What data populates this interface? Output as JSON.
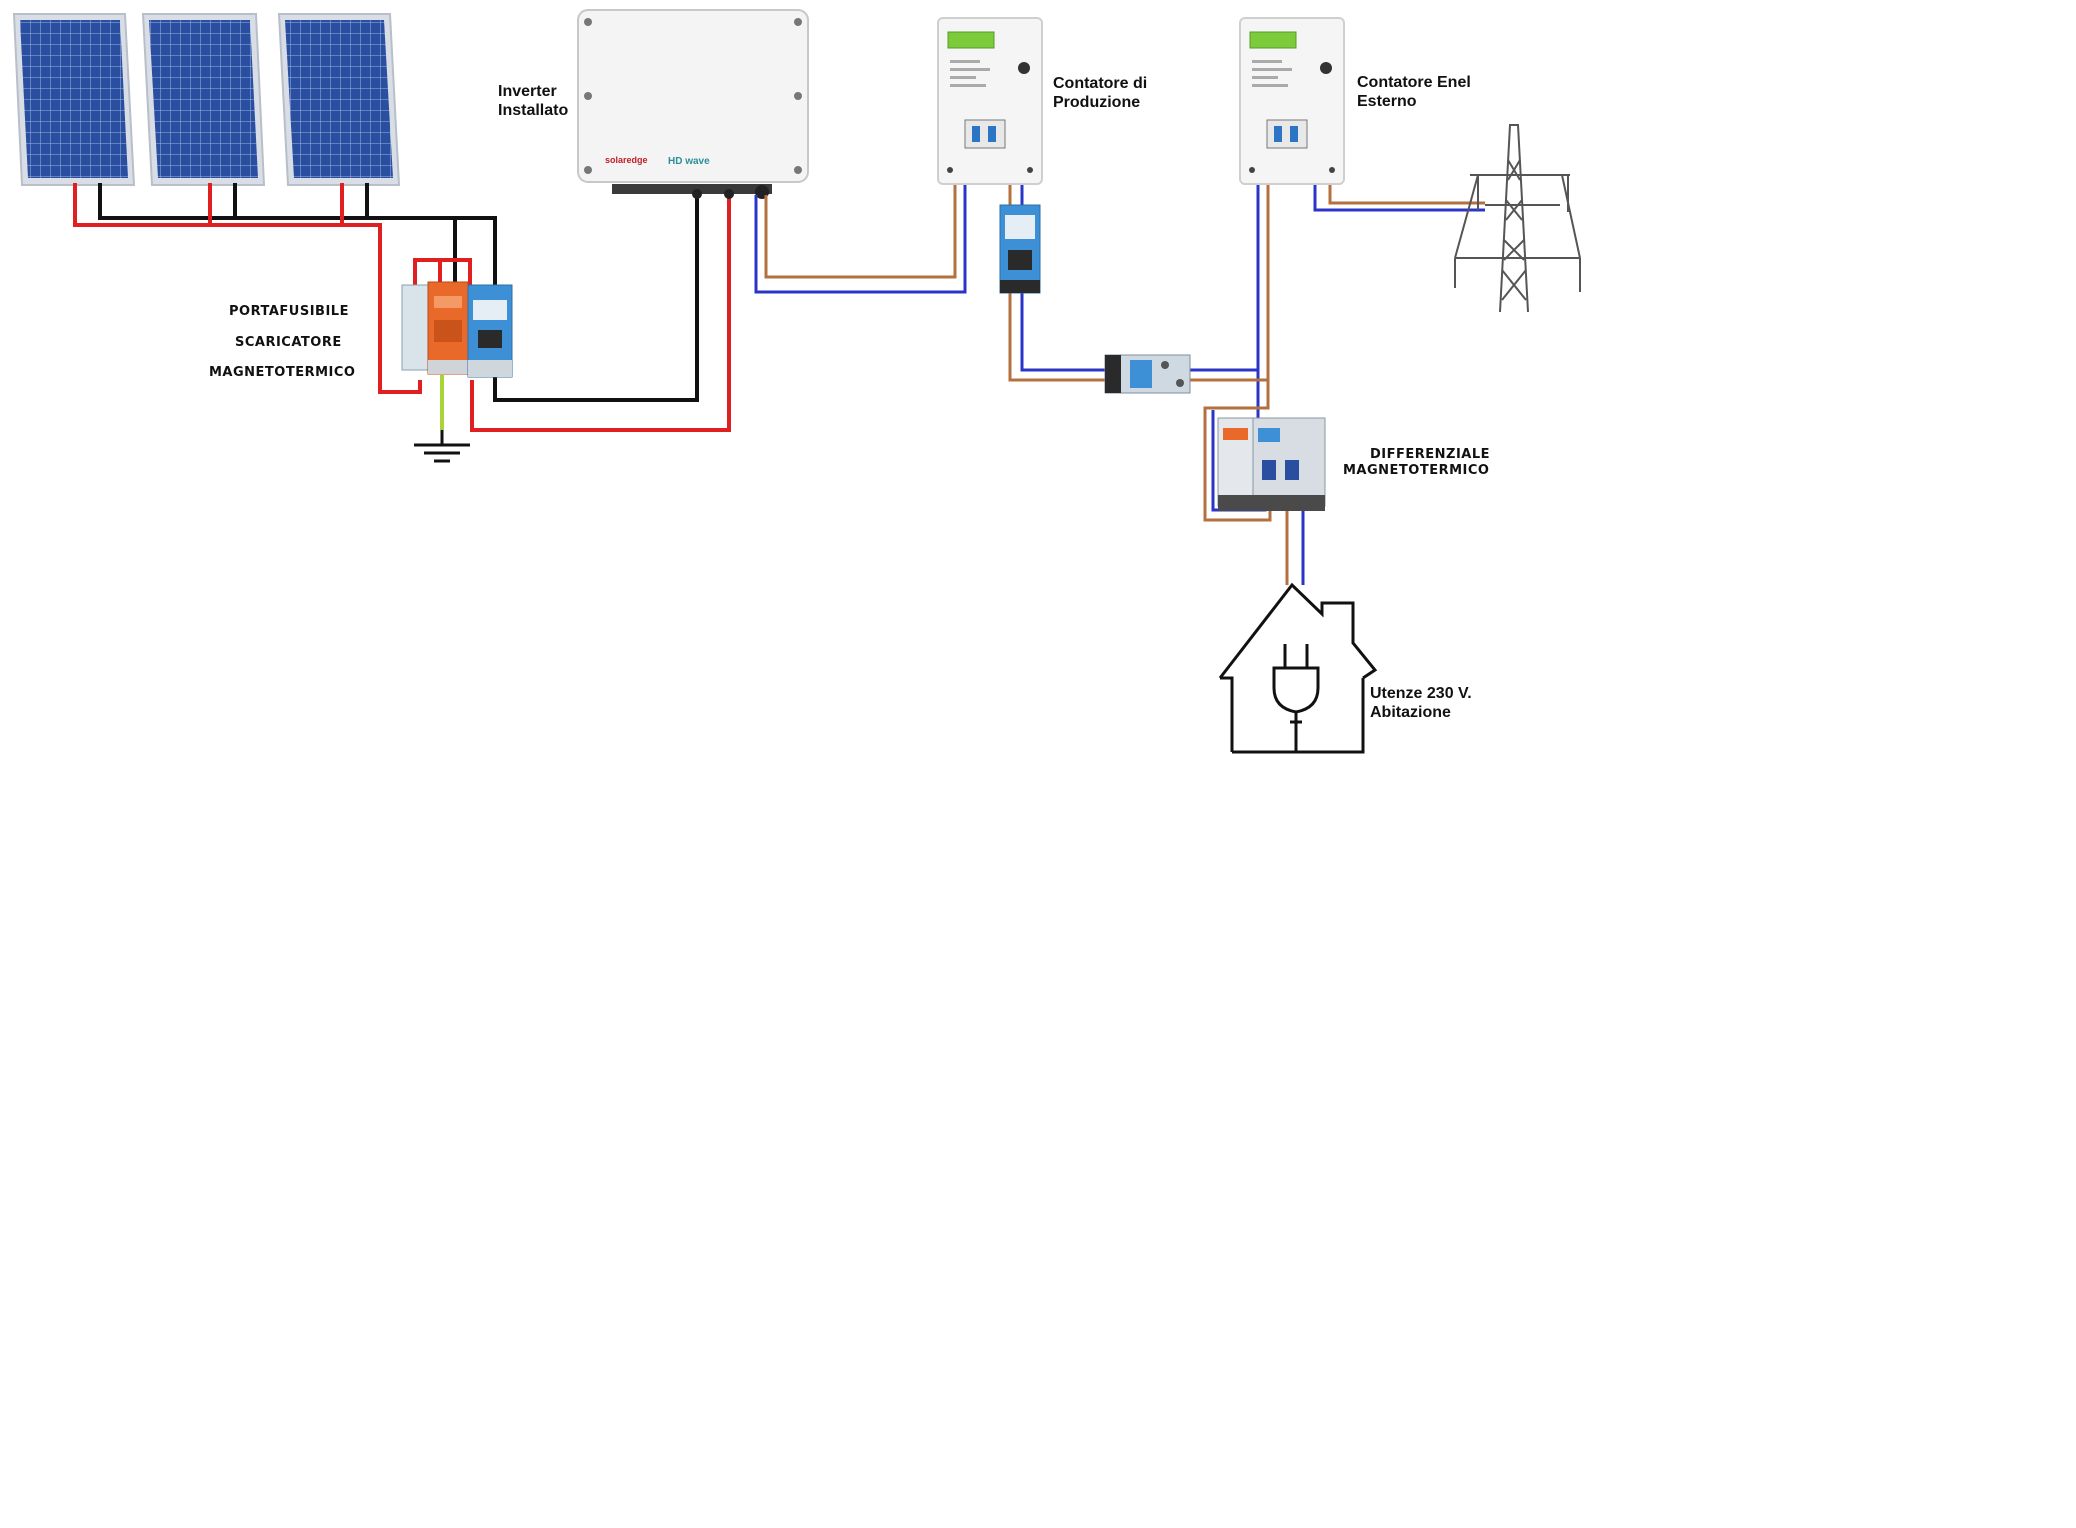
{
  "labels": {
    "inverter_line1": "Inverter",
    "inverter_line2": "Installato",
    "prod_meter_line1": "Contatore di",
    "prod_meter_line2": "Produzione",
    "enel_meter_line1": "Contatore Enel",
    "enel_meter_line2": "Esterno",
    "portafusibile": "PORTAFUSIBILE",
    "scaricatore": "SCARICATORE",
    "magnetotermico": "MAGNETOTERMICO",
    "differenziale_line1": "DIFFERENZIALE",
    "differenziale_line2": "MAGNETOTERMICO",
    "utenze_line1": "Utenze 230 V.",
    "utenze_line2": "Abitazione"
  },
  "inverter_brand": "solaredge",
  "inverter_model": "HD wave",
  "colors": {
    "dc_positive": "#e02020",
    "dc_negative": "#111111",
    "ac_phase": "#b5703f",
    "ac_neutral": "#2a35c8",
    "earth": "#a8d43a",
    "panel_blue": "#2a4fa0",
    "meter_display": "#7ccb3a",
    "breaker_blue": "#3d8fd6",
    "spd_orange": "#e8692a"
  },
  "icons": [
    "solar-panel-icon",
    "inverter-icon",
    "energy-meter-icon",
    "breaker-icon",
    "surge-arrester-icon",
    "ground-icon",
    "power-pylon-icon",
    "house-icon",
    "plug-icon"
  ]
}
